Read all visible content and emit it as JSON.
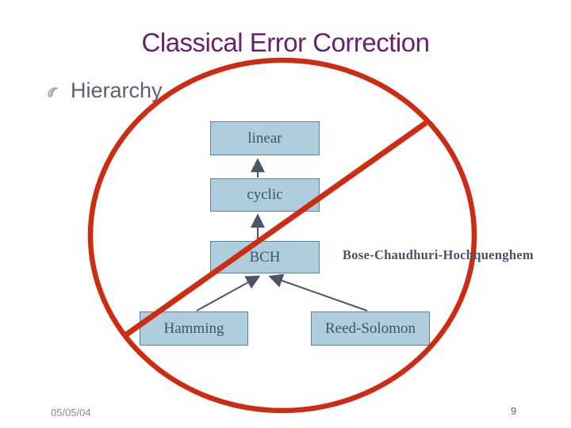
{
  "slide": {
    "title": "Classical Error Correction",
    "bullet": {
      "label": "Hierarchy"
    },
    "diagram": {
      "nodes": [
        {
          "id": "linear",
          "label": "linear"
        },
        {
          "id": "cyclic",
          "label": "cyclic"
        },
        {
          "id": "bch",
          "label": "BCH"
        },
        {
          "id": "hamming",
          "label": "Hamming"
        },
        {
          "id": "reed-solomon",
          "label": "Reed-Solomon"
        }
      ],
      "annotation": "Bose-Chaudhuri-Hochquenghem",
      "connectors": [
        {
          "from": "cyclic",
          "to": "linear"
        },
        {
          "from": "bch",
          "to": "cyclic"
        },
        {
          "from": "hamming",
          "to": "bch"
        },
        {
          "from": "reed-solomon",
          "to": "bch"
        }
      ],
      "overlay": "prohibition-sign"
    },
    "footer": {
      "date": "05/05/04",
      "page_number": "9"
    },
    "colors": {
      "title_text": "#6d1e6d",
      "heading_text": "#5a6177",
      "node_fill": "#aecddd",
      "node_border": "#5f7f96",
      "node_text": "#44516b",
      "connector": "#4a5568",
      "annotation_text": "#47536b",
      "prohibition_red": "#cc2c12",
      "footer_text": "#8c8c8c",
      "background": "#ffffff"
    }
  }
}
